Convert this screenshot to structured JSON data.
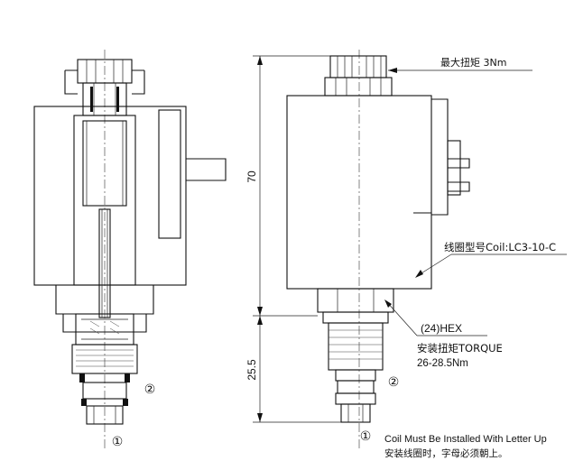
{
  "annotations": {
    "max_torque": "最大扭矩 3Nm",
    "coil_model": "线圈型号Coil:LC3-10-C",
    "hex": "(24)HEX",
    "install_torque_cn": "安装扭矩TORQUE",
    "install_torque_value": "26-28.5Nm",
    "coil_note_en": "Coil Must Be Installed With Letter Up",
    "coil_note_cn": "安装线圈时，字母必须朝上。"
  },
  "dimensions": {
    "height_total": "70",
    "height_cartridge": "25.5"
  },
  "ports": {
    "left_port_1": "①",
    "left_port_2": "②",
    "right_port_1": "①",
    "right_port_2": "②"
  }
}
